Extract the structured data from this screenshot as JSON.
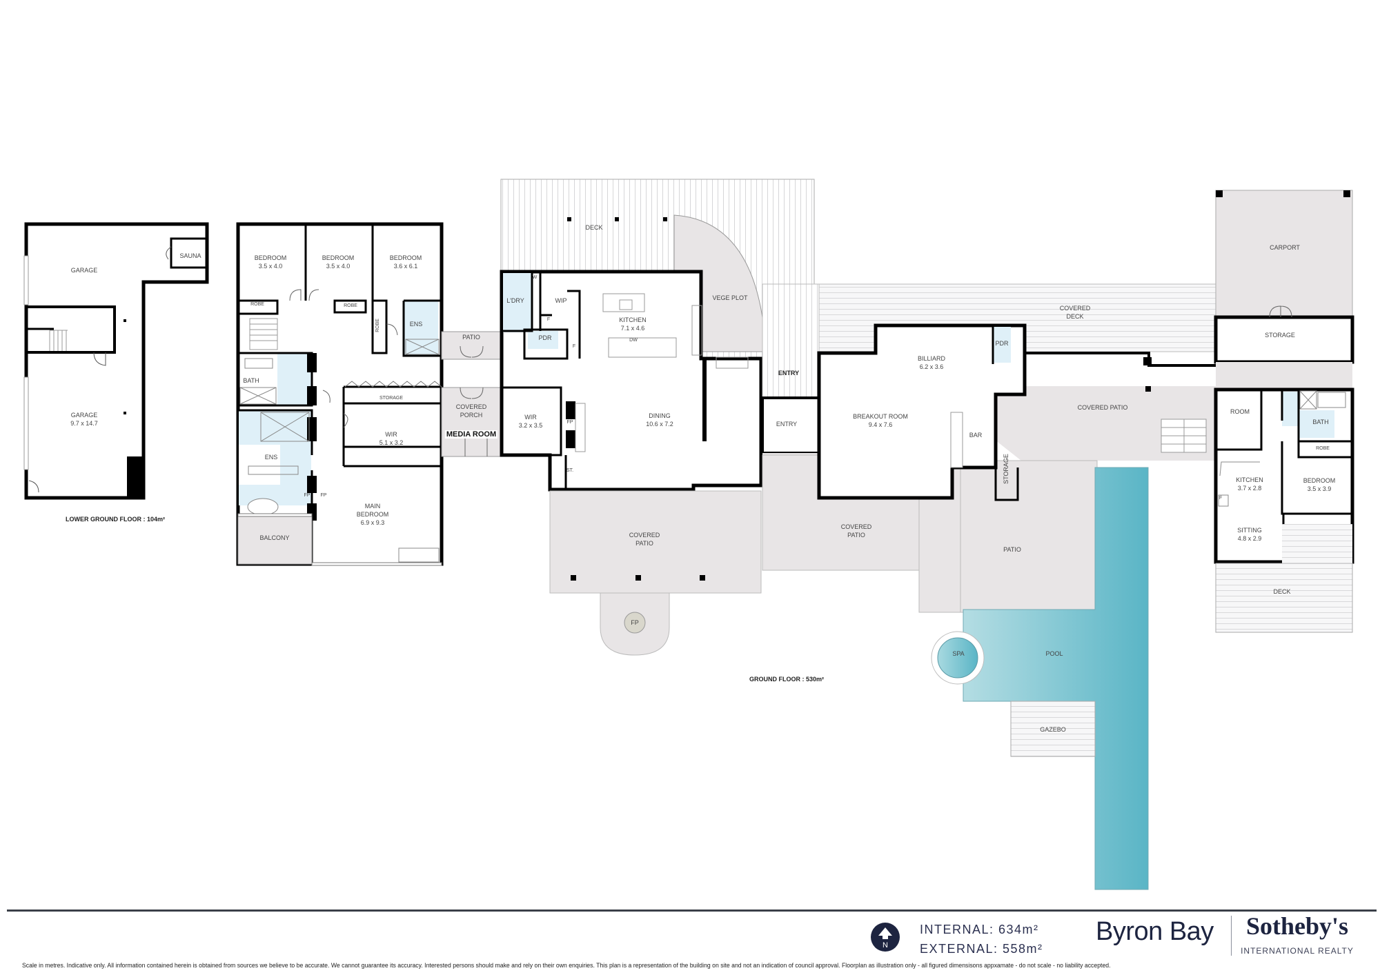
{
  "floors": {
    "lower_ground": {
      "title": "LOWER GROUND FLOOR : 104m²"
    },
    "ground": {
      "title": "GROUND FLOOR : 530m²"
    }
  },
  "rooms": {
    "lg_garage_top": {
      "name": "GARAGE"
    },
    "lg_sauna": {
      "name": "SAUNA"
    },
    "lg_garage_main": {
      "name": "GARAGE",
      "dim": "9.7 x 14.7"
    },
    "bedroom1": {
      "name": "BEDROOM",
      "dim": "3.5 x 4.0"
    },
    "bedroom2": {
      "name": "BEDROOM",
      "dim": "3.5 x 4.0"
    },
    "bedroom3": {
      "name": "BEDROOM",
      "dim": "3.6 x 6.1"
    },
    "robe1": {
      "name": "ROBE"
    },
    "robe2": {
      "name": "ROBE"
    },
    "robe3": {
      "name": "ROBE"
    },
    "ens1": {
      "name": "ENS"
    },
    "bath1": {
      "name": "BATH"
    },
    "storage1": {
      "name": "STORAGE"
    },
    "wir1": {
      "name": "WIR",
      "dim": "5.1 x 3.2"
    },
    "ens2": {
      "name": "ENS"
    },
    "fp1": {
      "name": "FP"
    },
    "fp2": {
      "name": "FP"
    },
    "main_bedroom": {
      "name": "MAIN",
      "name2": "BEDROOM",
      "dim": "6.9 x 9.3"
    },
    "balcony": {
      "name": "BALCONY"
    },
    "patio1": {
      "name": "PATIO"
    },
    "covered_porch": {
      "name": "COVERED",
      "name2": "PORCH"
    },
    "media_room": {
      "name": "MEDIA ROOM"
    },
    "deck1": {
      "name": "DECK"
    },
    "ldry": {
      "name": "L'DRY"
    },
    "w": {
      "name": "W"
    },
    "wip": {
      "name": "WIP"
    },
    "f1": {
      "name": "F"
    },
    "f2": {
      "name": "F"
    },
    "pdr1": {
      "name": "PDR"
    },
    "kitchen": {
      "name": "KITCHEN",
      "dim": "7.1 x 4.6"
    },
    "dw": {
      "name": "DW"
    },
    "vege_plot": {
      "name": "VEGE PLOT"
    },
    "wir2": {
      "name": "WIR",
      "dim": "3.2 x 3.5"
    },
    "fp3": {
      "name": "FP"
    },
    "st": {
      "name": "ST."
    },
    "dining": {
      "name": "DINING",
      "dim": "10.6 x 7.2"
    },
    "covered_patio1": {
      "name": "COVERED",
      "name2": "PATIO"
    },
    "fp_outdoor": {
      "name": "FP"
    },
    "entry_outer": {
      "name": "ENTRY"
    },
    "entry_inner": {
      "name": "ENTRY"
    },
    "covered_patio2": {
      "name": "COVERED",
      "name2": "PATIO"
    },
    "billiard": {
      "name": "BILLIARD",
      "dim": "6.2 x 3.6"
    },
    "pdr2": {
      "name": "PDR"
    },
    "breakout": {
      "name": "BREAKOUT ROOM",
      "dim": "9.4 x 7.6"
    },
    "bar": {
      "name": "BAR"
    },
    "storage2": {
      "name": "STORAGE"
    },
    "covered_deck": {
      "name": "COVERED",
      "name2": "DECK"
    },
    "covered_patio3": {
      "name": "COVERED PATIO"
    },
    "patio2": {
      "name": "PATIO"
    },
    "spa": {
      "name": "SPA"
    },
    "pool": {
      "name": "POOL"
    },
    "gazebo": {
      "name": "GAZEBO"
    },
    "carport": {
      "name": "CARPORT"
    },
    "storage3": {
      "name": "STORAGE"
    },
    "room": {
      "name": "ROOM"
    },
    "bath2": {
      "name": "BATH"
    },
    "robe4": {
      "name": "ROBE"
    },
    "kitchen2": {
      "name": "KITCHEN",
      "dim": "3.7 x 2.8"
    },
    "f3": {
      "name": "F"
    },
    "bedroom4": {
      "name": "BEDROOM",
      "dim": "3.5 x 3.9"
    },
    "sitting": {
      "name": "SITTING",
      "dim": "4.8 x 2.9"
    },
    "deck2": {
      "name": "DECK"
    }
  },
  "footer": {
    "north_label": "N",
    "internal_area": "INTERNAL: 634m²",
    "external_area": "EXTERNAL: 558m²",
    "brand_location": "Byron Bay",
    "brand_name": "Sotheby's",
    "brand_sub": "INTERNATIONAL REALTY",
    "disclaimer": "Scale in metres.  Indicative only. All information contained herein is obtained from sources we believe to be accurate. We cannot guarantee its accuracy. Interested persons should make and rely on their own enquiries. This plan is a representation of the building on site and not an indication of council approval. Floorplan as illustration only - all figured dimensisons appxamate - do not scale - no liability accepted."
  },
  "colors": {
    "wall": "#000000",
    "outdoor_fill": "#e8e5e6",
    "wet_area": "#dff0f8",
    "pool_light": "#b4dde3",
    "pool_dark": "#5ab5c6",
    "brand_navy": "#1d2440"
  }
}
